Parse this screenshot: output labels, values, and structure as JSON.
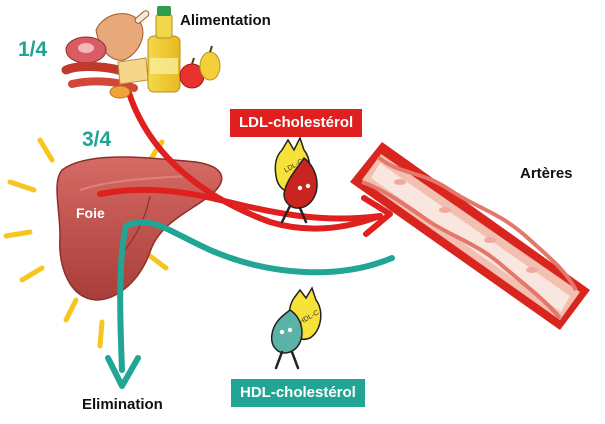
{
  "labels": {
    "alimentation": "Alimentation",
    "fraction_food": "1/4",
    "fraction_liver": "3/4",
    "foie": "Foie",
    "arteres": "Artères",
    "elimination": "Elimination",
    "ldl": "LDL-cholestérol",
    "hdl": "HDL-cholestérol",
    "ldl_tag": "LDL-C",
    "hdl_tag": "HDL-C"
  },
  "colors": {
    "ldl_red": "#e0201e",
    "hdl_teal": "#22a595",
    "fraction_teal": "#1fa392",
    "liver": "#c0504d",
    "sun_yellow": "#f7c51e",
    "artery_wall": "#d8261f",
    "artery_inner": "#f7ddd3"
  },
  "icons": [
    "food-icon",
    "liver-icon",
    "ldl-character-icon",
    "hdl-character-icon",
    "artery-icon"
  ]
}
